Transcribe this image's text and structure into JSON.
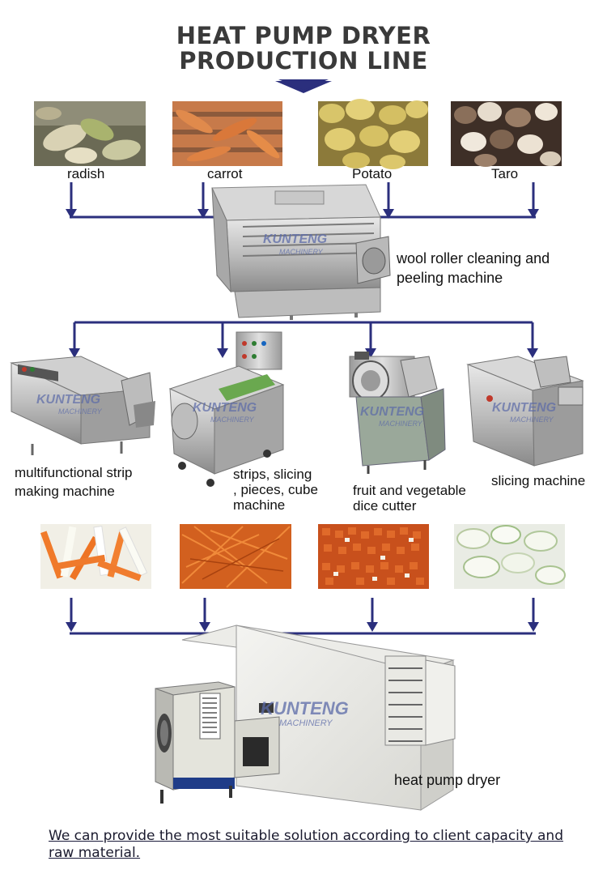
{
  "header": {
    "line1": "HEAT PUMP DRYER",
    "line2": "PRODUCTION LINE",
    "accent_color": "#2b2f7d"
  },
  "raw_materials": [
    {
      "label": "radish"
    },
    {
      "label": "carrot"
    },
    {
      "label": "Potato"
    },
    {
      "label": "Taro"
    }
  ],
  "cleaning_machine": {
    "label_line1": "wool roller cleaning and",
    "label_line2": "peeling machine",
    "brand": "KUNTENG",
    "brand_sub": "MACHINERY"
  },
  "cutting_machines": [
    {
      "label_line1": "multifunctional strip",
      "label_line2": "making machine"
    },
    {
      "label_line1": "strips,  slicing",
      "label_line2": ", pieces, cube",
      "label_line3": "machine"
    },
    {
      "label_line1": "fruit and vegetable",
      "label_line2": "dice cutter"
    },
    {
      "label_line1": "slicing machine"
    }
  ],
  "dryer": {
    "label": "heat pump dryer",
    "brand": "KUNTENG",
    "brand_sub": "MACHINERY"
  },
  "footer": {
    "text": "We can provide the most suitable solution according to client capacity and raw material."
  }
}
